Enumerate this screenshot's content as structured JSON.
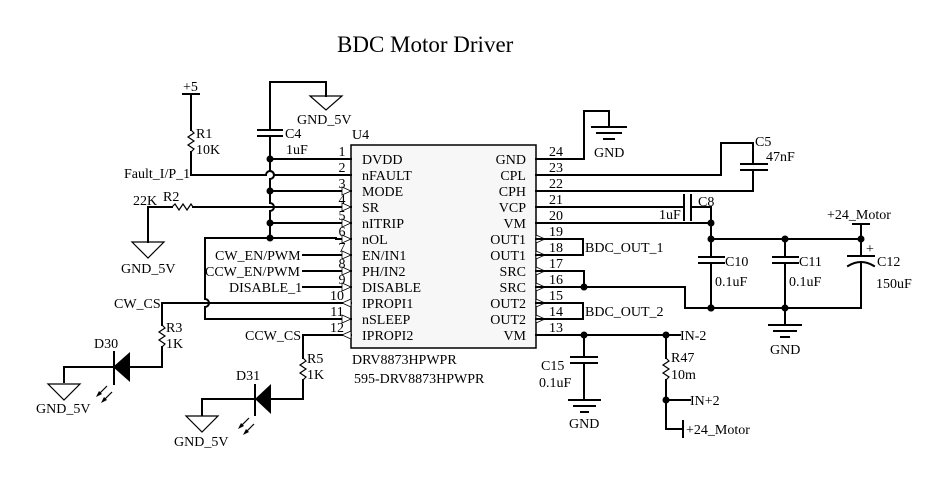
{
  "title": "BDC Motor Driver",
  "chip": {
    "ref": "U4",
    "part": "DRV8873HPWPR",
    "order_code": "595-DRV8873HPWPR",
    "left_pins": [
      {
        "num": "1",
        "name": "DVDD"
      },
      {
        "num": "2",
        "name": "nFAULT"
      },
      {
        "num": "3",
        "name": "MODE"
      },
      {
        "num": "4",
        "name": "SR"
      },
      {
        "num": "5",
        "name": "nITRIP"
      },
      {
        "num": "6",
        "name": "nOL"
      },
      {
        "num": "7",
        "name": "EN/IN1"
      },
      {
        "num": "8",
        "name": "PH/IN2"
      },
      {
        "num": "9",
        "name": "DISABLE"
      },
      {
        "num": "10",
        "name": "IPROPI1"
      },
      {
        "num": "11",
        "name": "nSLEEP"
      },
      {
        "num": "12",
        "name": "IPROPI2"
      }
    ],
    "right_pins": [
      {
        "num": "24",
        "name": "GND"
      },
      {
        "num": "23",
        "name": "CPL"
      },
      {
        "num": "22",
        "name": "CPH"
      },
      {
        "num": "21",
        "name": "VCP"
      },
      {
        "num": "20",
        "name": "VM"
      },
      {
        "num": "19",
        "name": "OUT1"
      },
      {
        "num": "18",
        "name": "OUT1"
      },
      {
        "num": "17",
        "name": "SRC"
      },
      {
        "num": "16",
        "name": "SRC"
      },
      {
        "num": "15",
        "name": "OUT2"
      },
      {
        "num": "14",
        "name": "OUT2"
      },
      {
        "num": "13",
        "name": "VM"
      }
    ]
  },
  "components": {
    "R1": {
      "ref": "R1",
      "value": "10K"
    },
    "R2": {
      "ref": "R2",
      "value": "22K"
    },
    "R3": {
      "ref": "R3",
      "value": "1K"
    },
    "R5": {
      "ref": "R5",
      "value": "1K"
    },
    "R47": {
      "ref": "R47",
      "value": "10m"
    },
    "C4": {
      "ref": "C4",
      "value": "1uF"
    },
    "C5": {
      "ref": "C5",
      "value": "47nF"
    },
    "C8": {
      "ref": "C8",
      "value": "1uF"
    },
    "C10": {
      "ref": "C10",
      "value": "0.1uF"
    },
    "C11": {
      "ref": "C11",
      "value": "0.1uF"
    },
    "C12": {
      "ref": "C12",
      "value": "150uF"
    },
    "C15": {
      "ref": "C15",
      "value": "0.1uF"
    },
    "D30": {
      "ref": "D30"
    },
    "D31": {
      "ref": "D31"
    }
  },
  "nets": {
    "plus5": "+5",
    "gnd_5v": "GND_5V",
    "gnd": "GND",
    "fault": "Fault_I/P_1",
    "cw_en": "CW_EN/PWM",
    "ccw_en": "CCW_EN/PWM",
    "disable": "DISABLE_1",
    "cw_cs": "CW_CS",
    "ccw_cs": "CCW_CS",
    "bdc_out_1": "BDC_OUT_1",
    "bdc_out_2": "BDC_OUT_2",
    "plus24": "+24_Motor",
    "in_minus2": "IN-2",
    "in_plus2": "IN+2"
  },
  "polarity_plus": "+"
}
